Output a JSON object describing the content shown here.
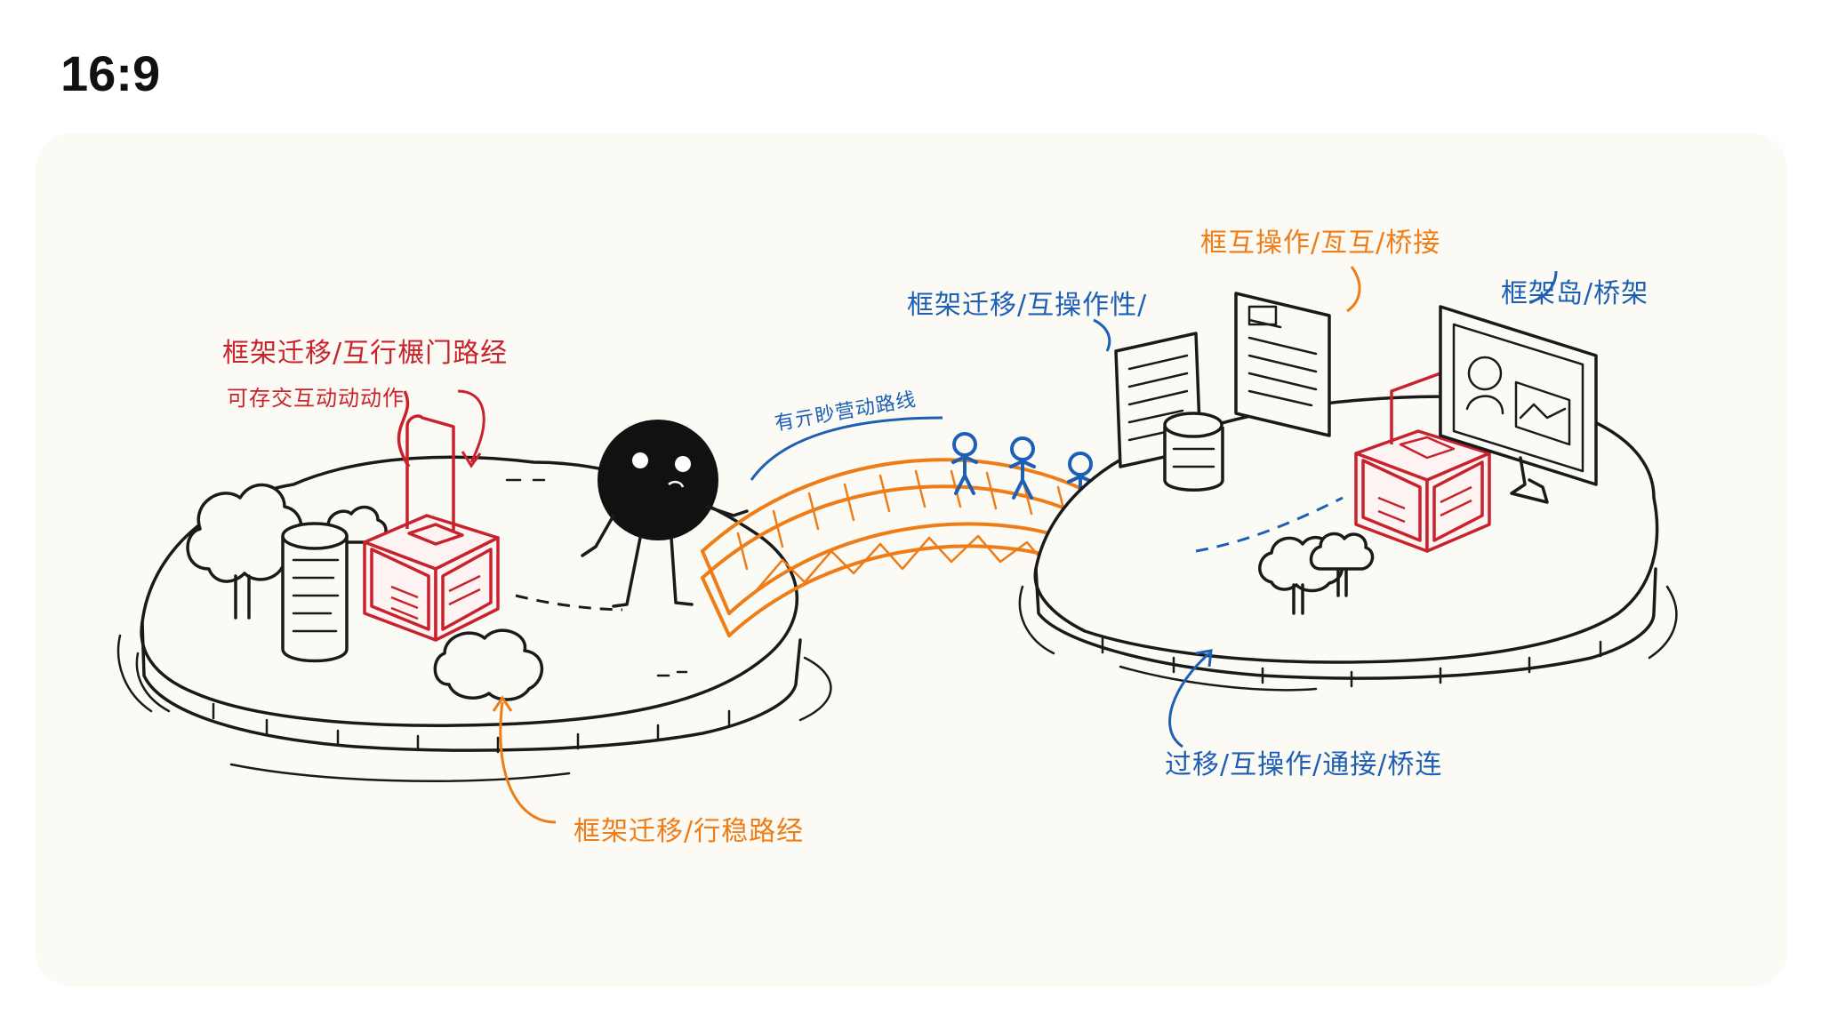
{
  "ratio_label": "16:9",
  "colors": {
    "ink": "#1a1a1a",
    "red": "#c8232c",
    "orange": "#ee7d17",
    "blue": "#1c5fb5",
    "paper": "#fbfbf6"
  },
  "annotations": {
    "left_red_title": "框架迁移/互行榐门路经",
    "left_red_sub": "可存交互动动动作.",
    "bridge_blue": "有亓眇营动路线",
    "top_blue": "框架迁移/互操作性/",
    "top_orange": "框互操作/亙互/桥接",
    "right_blue_top": "框架岛/桥架",
    "bottom_orange": "框架迁移/行稳路经",
    "bottom_blue": "过移/互操作/通接/桥连"
  },
  "icons": [
    "tree-icon",
    "database-icon",
    "cube-icon",
    "blob-character-icon",
    "bridge-icon",
    "person-icon",
    "document-icon",
    "monitor-icon",
    "arrow-icon"
  ]
}
